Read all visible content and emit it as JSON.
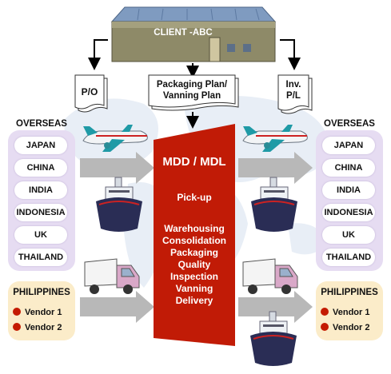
{
  "client": {
    "label": "CLIENT -ABC"
  },
  "documents": {
    "po": "P/O",
    "packaging_line1": "Packaging Plan/",
    "packaging_line2": "Vanning Plan",
    "inv_line1": "Inv.",
    "inv_line2": "P/L"
  },
  "left_panel": {
    "heading": "OVERSEAS",
    "countries": [
      "JAPAN",
      "CHINA",
      "INDIA",
      "INDONESIA",
      "UK",
      "THAILAND"
    ],
    "philippines": {
      "heading": "PHILIPPINES",
      "vendors": [
        "Vendor 1",
        "Vendor 2"
      ]
    }
  },
  "right_panel": {
    "heading": "OVERSEAS",
    "countries": [
      "JAPAN",
      "CHINA",
      "INDIA",
      "INDONESIA",
      "UK",
      "THAILAND"
    ],
    "philippines": {
      "heading": "PHILIPPINES",
      "vendors": [
        "Vendor 1",
        "Vendor 2"
      ]
    }
  },
  "center": {
    "title": "MDD / MDL",
    "pickup": "Pick-up",
    "services": [
      "Warehousing",
      "Consolidation",
      "Packaging",
      "Quality",
      "Inspection",
      "Vanning",
      "Delivery"
    ]
  },
  "colors": {
    "center_red": "#c11b06",
    "vendor_dot": "#c41a00",
    "overseas_panel": "#e6dcf2",
    "philippines_panel": "#fbecc9",
    "arrow_grey": "#b8b8b8"
  }
}
